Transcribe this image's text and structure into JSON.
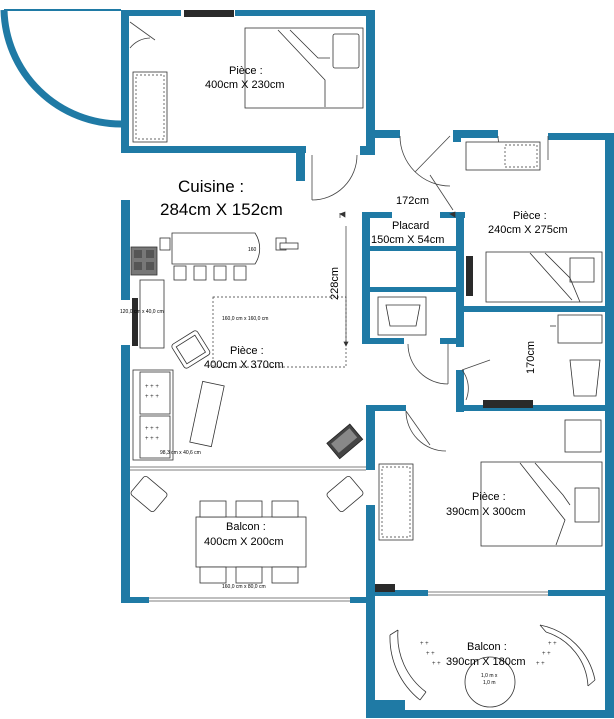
{
  "colors": {
    "wall": "#1f7aa5",
    "window": "#2a2a2a",
    "furniture": "#333333"
  },
  "rooms": {
    "bedroom_top": {
      "line1": "Pièce :",
      "line2": "400cm X 230cm"
    },
    "kitchen": {
      "line1": "Cuisine :",
      "line2": "284cm X 152cm"
    },
    "bedroom_right": {
      "line1": "Pièce :",
      "line2": "240cm X 275cm"
    },
    "placard": {
      "line1": "Placard",
      "line2": "150cm X 54cm"
    },
    "living": {
      "line1": "Pièce :",
      "line2": "400cm X 370cm"
    },
    "balcony_left": {
      "line1": "Balcon :",
      "line2": "400cm X 200cm"
    },
    "bedroom_bottom": {
      "line1": "Pièce :",
      "line2": "390cm X 300cm"
    },
    "balcony_right": {
      "line1": "Balcon :",
      "line2": "390cm X 180cm"
    }
  },
  "dimensions": {
    "corridor_width": "172cm",
    "living_height": "228cm",
    "bath_height": "170cm"
  },
  "furniture_labels": {
    "table_round": "160",
    "rug": "160,0 cm x 160,0 cm",
    "shelf": "120,0 cm x 40,0 cm",
    "sofa": "98,3 cm x 40,6 cm",
    "balcony_table": "160,0 cm x 80,0 cm",
    "round_table_line1": "1,0 m x",
    "round_table_line2": "1,0 m"
  }
}
